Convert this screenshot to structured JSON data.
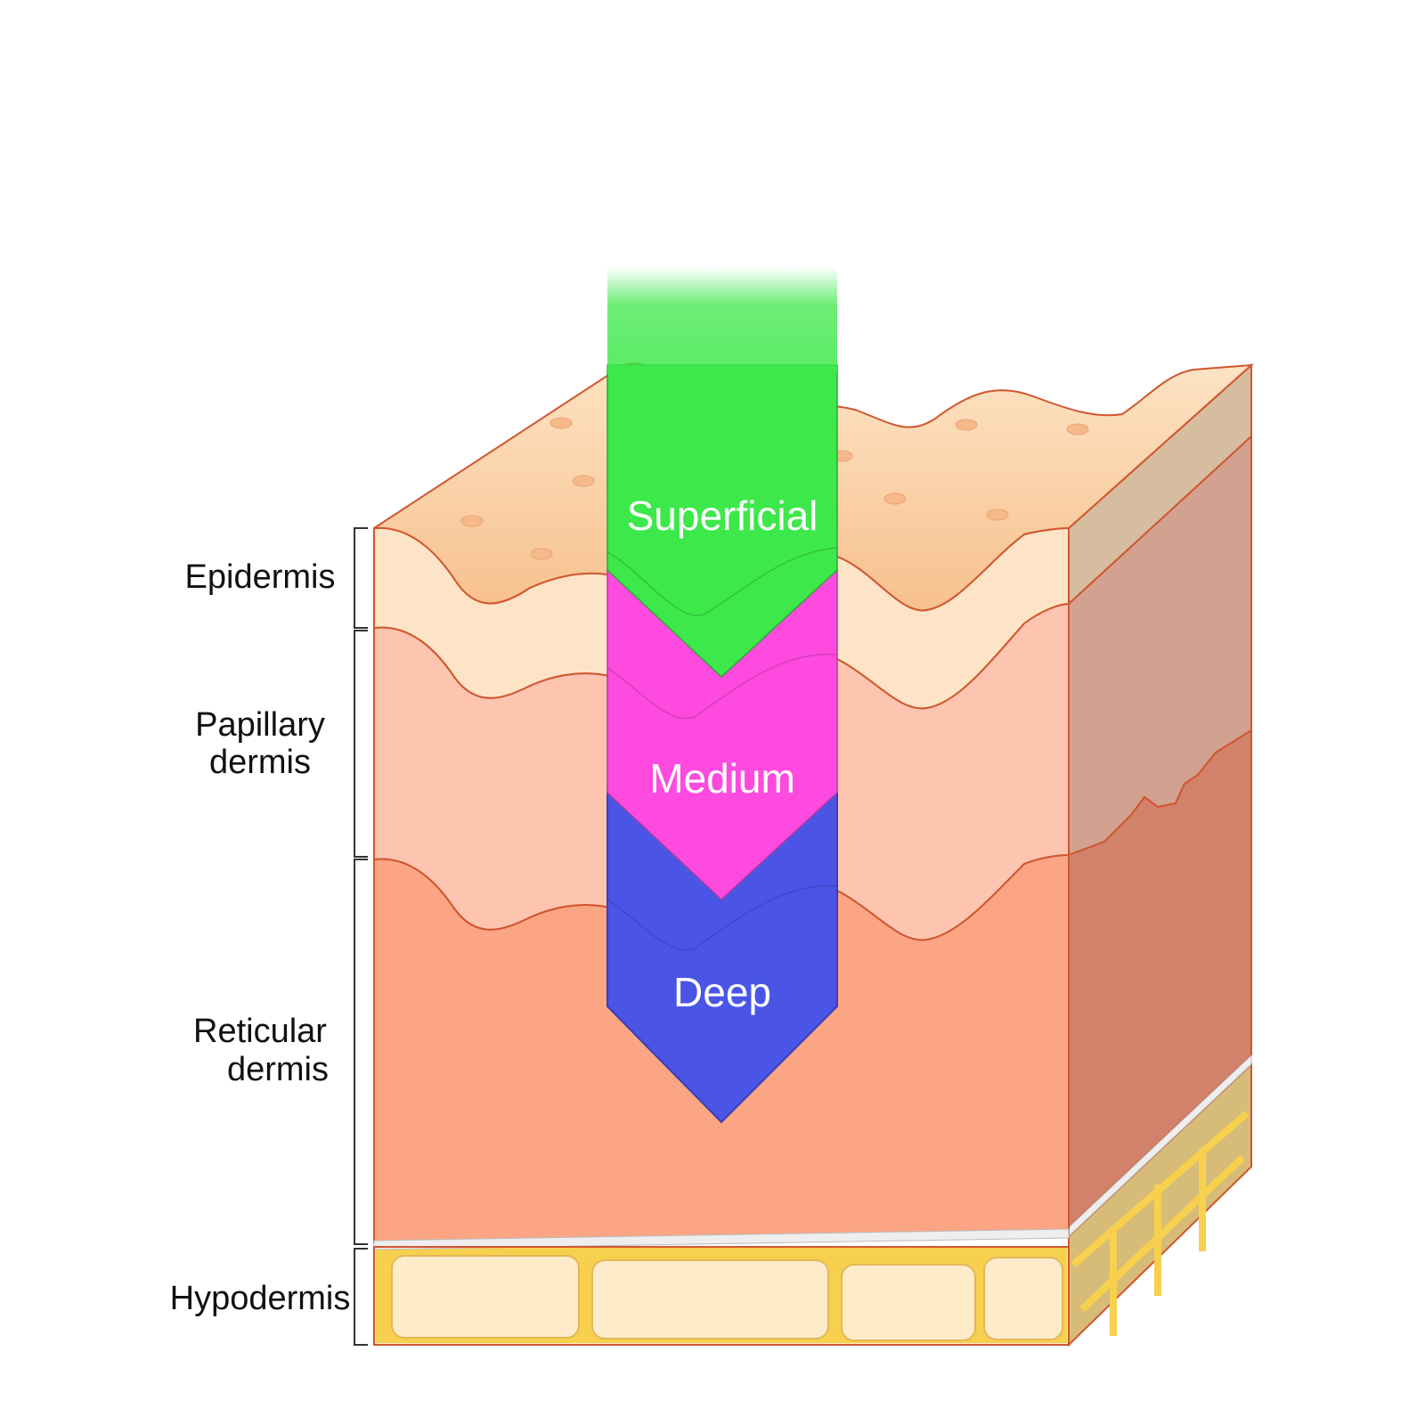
{
  "layers": [
    {
      "key": "epidermis",
      "lines": [
        "Epidermis"
      ]
    },
    {
      "key": "papillary",
      "lines": [
        "Papillary",
        "dermis"
      ]
    },
    {
      "key": "reticular",
      "lines": [
        "Reticular",
        "dermis"
      ]
    },
    {
      "key": "hypodermis",
      "lines": [
        "Hypodermis"
      ]
    }
  ],
  "zones": [
    {
      "key": "superficial",
      "label": "Superficial"
    },
    {
      "key": "medium",
      "label": "Medium"
    },
    {
      "key": "deep",
      "label": "Deep"
    }
  ],
  "colors": {
    "epidermis": "#fde4c6",
    "papillary": "#fdc5b0",
    "reticular": "#fca584",
    "hypodermis": "#fdebc9",
    "fat_network": "#f7d04e",
    "side_epidermis": "#d6bd9f",
    "side_papillary": "#d3a18f",
    "side_reticular": "#d2826a",
    "side_hypodermis": "#d6bc78",
    "outline": "#d0562f",
    "superficial": "#3de84a",
    "medium": "#ff4ae0",
    "deep": "#4a55e6"
  }
}
